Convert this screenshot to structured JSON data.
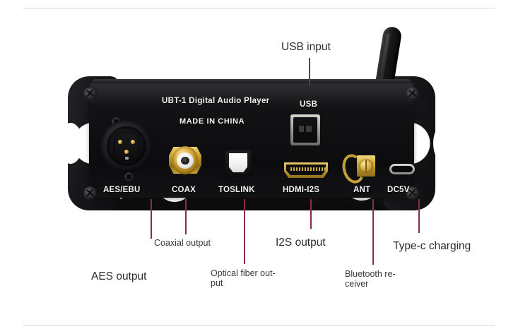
{
  "product": {
    "brand_line": "UBT-1  Digital Audio Player",
    "origin_line": "MADE IN CHINA",
    "usb_silk": "USB"
  },
  "port_labels": [
    {
      "id": "aes",
      "text": "AES/EBU"
    },
    {
      "id": "coax",
      "text": "COAX"
    },
    {
      "id": "tos",
      "text": "TOSLINK"
    },
    {
      "id": "hdmi",
      "text": "HDMI-I2S"
    },
    {
      "id": "ant",
      "text": "ANT"
    },
    {
      "id": "dc",
      "text": "DC5V"
    }
  ],
  "callouts": [
    {
      "id": "usb-input",
      "text": "USB input"
    },
    {
      "id": "aes-output",
      "text": "AES output"
    },
    {
      "id": "coaxial-output",
      "text": "Coaxial output"
    },
    {
      "id": "optical-output",
      "text": "Optical fiber out-put"
    },
    {
      "id": "i2s-output",
      "text": "I2S output"
    },
    {
      "id": "bluetooth",
      "text": "Bluetooth re-ceiver"
    },
    {
      "id": "typec-charging",
      "text": "Type-c charging"
    }
  ],
  "colors": {
    "leader_line": "#8a2a52",
    "callout_text": "#2b2b2b",
    "silkscreen": "#f2f2f2",
    "chassis": "#111113",
    "gold": "#c9a23a",
    "rule": "#d8d8d8",
    "background": "#ffffff"
  }
}
